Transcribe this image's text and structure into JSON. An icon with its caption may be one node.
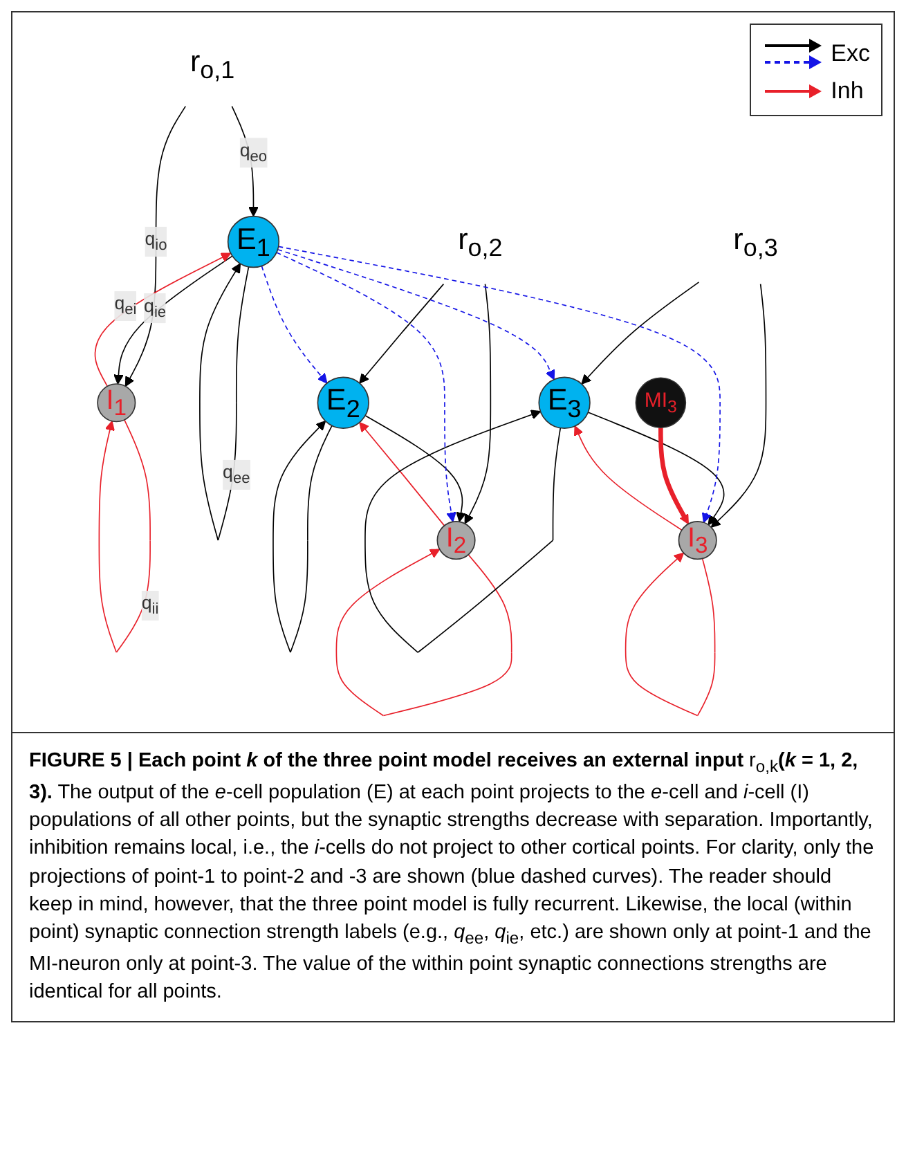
{
  "diagram": {
    "caption": "**FIGURE 5 | Each point *k* of the three point model receives an external input** r$_{o,k}$**(*k* = 1, 2, 3).** The output of the *e*-cell population (E) at each point projects to the *e*-cell and *i*-cell (I) populations of all other points, but the synaptic strengths decrease with separation. Importantly, inhibition remains local, i.e., the *i*-cells do not project to other cortical points. For clarity, only the projections of point-1 to point-2 and -3 are shown (blue dashed curves). The reader should keep in mind, however, that the three point model is fully recurrent. Likewise, the local (within point) synaptic connection strength labels (e.g., *q*$_{ee}$, *q*$_{ie}$, etc.) are shown only at point-1 and the MI-neuron only at point-3. The value of the within point synaptic connections strengths are identical for all points.",
    "nodes": [
      {
        "text": [
          "r$_{o,1}$"
        ]
      },
      {
        "text": [
          "r$_{o,2}$"
        ]
      },
      {
        "text": [
          "r$_{o,3}$"
        ]
      },
      {
        "text": [
          "E$_{1}$"
        ]
      },
      {
        "text": [
          "E$_{2}$"
        ]
      },
      {
        "text": [
          "E$_{3}$"
        ]
      },
      {
        "text": [
          "I$_{1}$"
        ]
      },
      {
        "text": [
          "I$_{2}$"
        ]
      },
      {
        "text": [
          "I$_{3}$"
        ]
      },
      {
        "text": [
          "MI$_{3}$"
        ]
      }
    ],
    "edges": [
      {
        "from": 0,
        "to": 3,
        "arrow": "to",
        "label": "q$_{eo}$"
      },
      {
        "from": 0,
        "to": 6,
        "arrow": "to",
        "label": "q$_{io}$"
      },
      {
        "from": 3,
        "to": 3,
        "arrow": "to",
        "label": "q$_{ee}$"
      },
      {
        "from": 3,
        "to": 6,
        "arrow": "to",
        "label": "q$_{ie}$"
      },
      {
        "from": 6,
        "to": 3,
        "arrow": "to",
        "label": "q$_{ei}$",
        "color": "#e8202a"
      },
      {
        "from": 6,
        "to": 6,
        "arrow": "to",
        "label": "q$_{ii}$",
        "color": "#e8202a"
      },
      {
        "from": 1,
        "to": 4,
        "arrow": "to"
      },
      {
        "from": 1,
        "to": 7,
        "arrow": "to"
      },
      {
        "from": 4,
        "to": 4,
        "arrow": "to"
      },
      {
        "from": 4,
        "to": 7,
        "arrow": "to"
      },
      {
        "from": 7,
        "to": 4,
        "arrow": "to",
        "color": "#e8202a"
      },
      {
        "from": 7,
        "to": 7,
        "arrow": "to",
        "color": "#e8202a"
      },
      {
        "from": 2,
        "to": 5,
        "arrow": "to"
      },
      {
        "from": 2,
        "to": 8,
        "arrow": "to"
      },
      {
        "from": 5,
        "to": 5,
        "arrow": "to"
      },
      {
        "from": 5,
        "to": 8,
        "arrow": "to"
      },
      {
        "from": 8,
        "to": 5,
        "arrow": "to",
        "color": "#e8202a"
      },
      {
        "from": 8,
        "to": 8,
        "arrow": "to",
        "color": "#e8202a"
      },
      {
        "from": 3,
        "to": 4,
        "arrow": "to",
        "style": "dashed",
        "color": "#1414e6"
      },
      {
        "from": 3,
        "to": 7,
        "arrow": "to",
        "style": "dashed",
        "color": "#1414e6"
      },
      {
        "from": 3,
        "to": 5,
        "arrow": "to",
        "style": "dashed",
        "color": "#1414e6"
      },
      {
        "from": 3,
        "to": 8,
        "arrow": "to",
        "style": "dashed",
        "color": "#1414e6"
      },
      {
        "from": 9,
        "to": 8,
        "arrow": "to",
        "style": "thick",
        "color": "#e8202a"
      }
    ],
    "legend": [
      {
        "text": "Exc"
      },
      {
        "text": "Inh"
      }
    ]
  }
}
